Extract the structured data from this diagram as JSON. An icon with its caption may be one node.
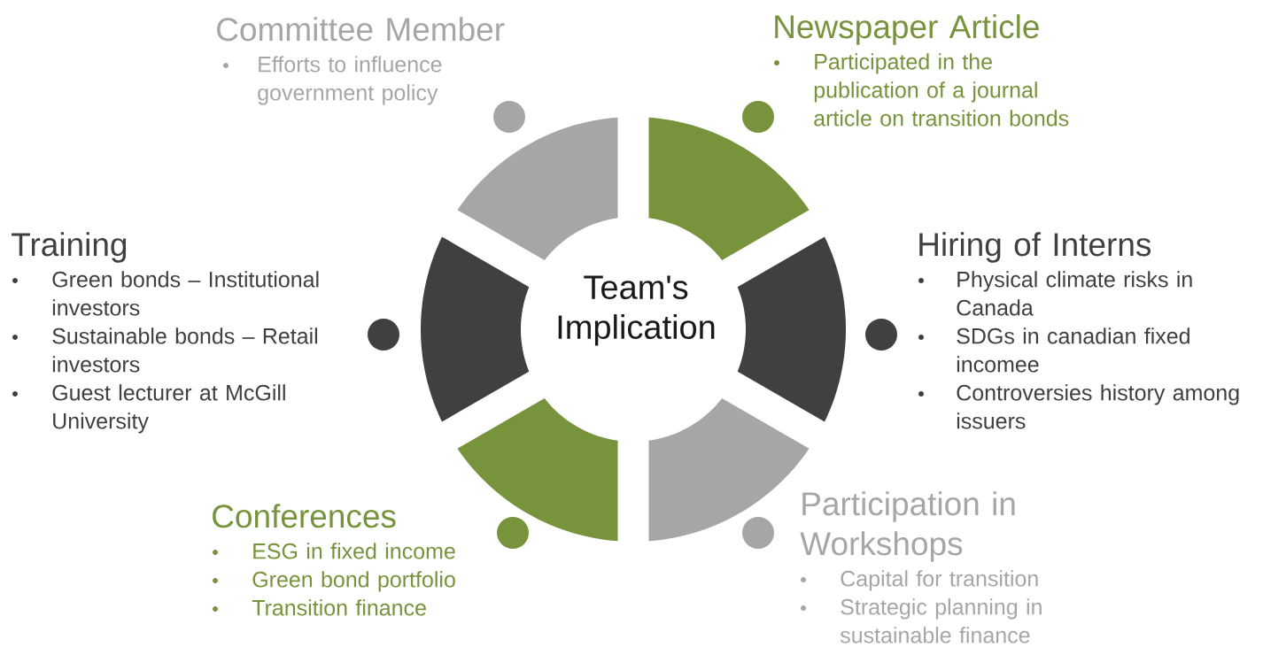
{
  "diagram": {
    "labels": [
      "Committee Member",
      "Efforts to influence government policy",
      "Newspaper Article",
      "Participated in the publication of a journal article on transition bonds",
      "Training",
      "Green bonds – Institutional investors",
      "Sustainable bonds – Retail investors",
      "Guest lecturer at McGill University",
      "Team's Implication",
      "Hiring of Interns",
      "Physical climate risks in Canada",
      "SDGs in canadian fixed incomee",
      "Controversies history among issuers",
      "Conferences",
      "ESG in fixed income",
      "Green bond portfolio",
      "Transition finance",
      "Participation in Workshops",
      "Capital for transition",
      "Strategic planning in sustainable finance"
    ]
  }
}
